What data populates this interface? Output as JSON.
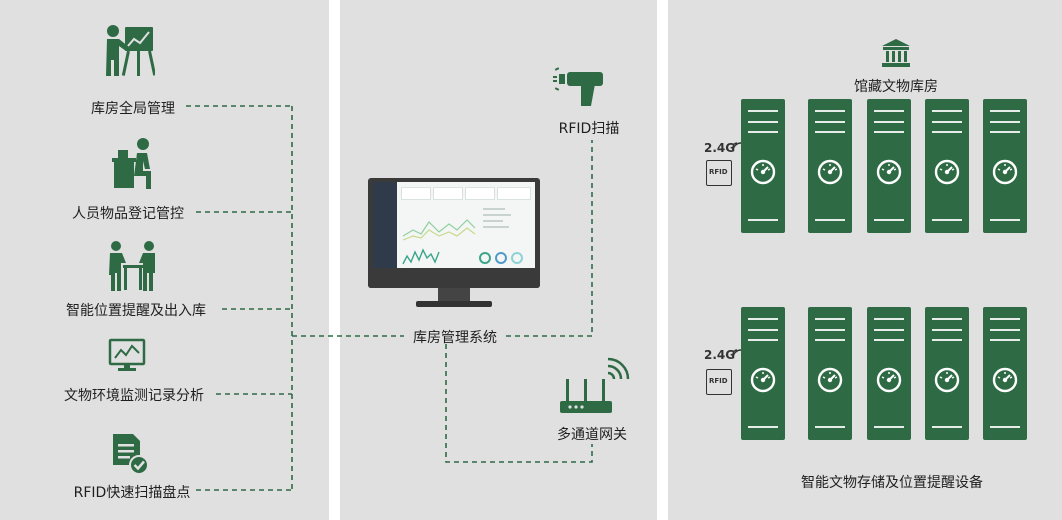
{
  "colors": {
    "green": "#2e6b45",
    "panel_bg": "#e0e0e0",
    "line": "#2e6b45",
    "text": "#1f1f1f"
  },
  "left_panel": {
    "items": [
      {
        "label": "库房全局管理",
        "icon": "presenter-chart-icon"
      },
      {
        "label": "人员物品登记管控",
        "icon": "person-at-desk-icon"
      },
      {
        "label": "智能位置提醒及出入库",
        "icon": "two-people-meeting-icon"
      },
      {
        "label": "文物环境监测记录分析",
        "icon": "monitor-chart-icon"
      },
      {
        "label": "RFID快速扫描盘点",
        "icon": "checklist-document-icon"
      }
    ]
  },
  "middle_panel": {
    "system_label": "库房管理系统",
    "scanner_label": "RFID扫描",
    "gateway_label": "多通道网关"
  },
  "right_panel": {
    "top_title": "馆藏文物库房",
    "bottom_title": "智能文物存储及位置提醒设备",
    "frequency_top": "2.4G",
    "frequency_bottom": "2.4G",
    "tag_text": "RFID"
  }
}
